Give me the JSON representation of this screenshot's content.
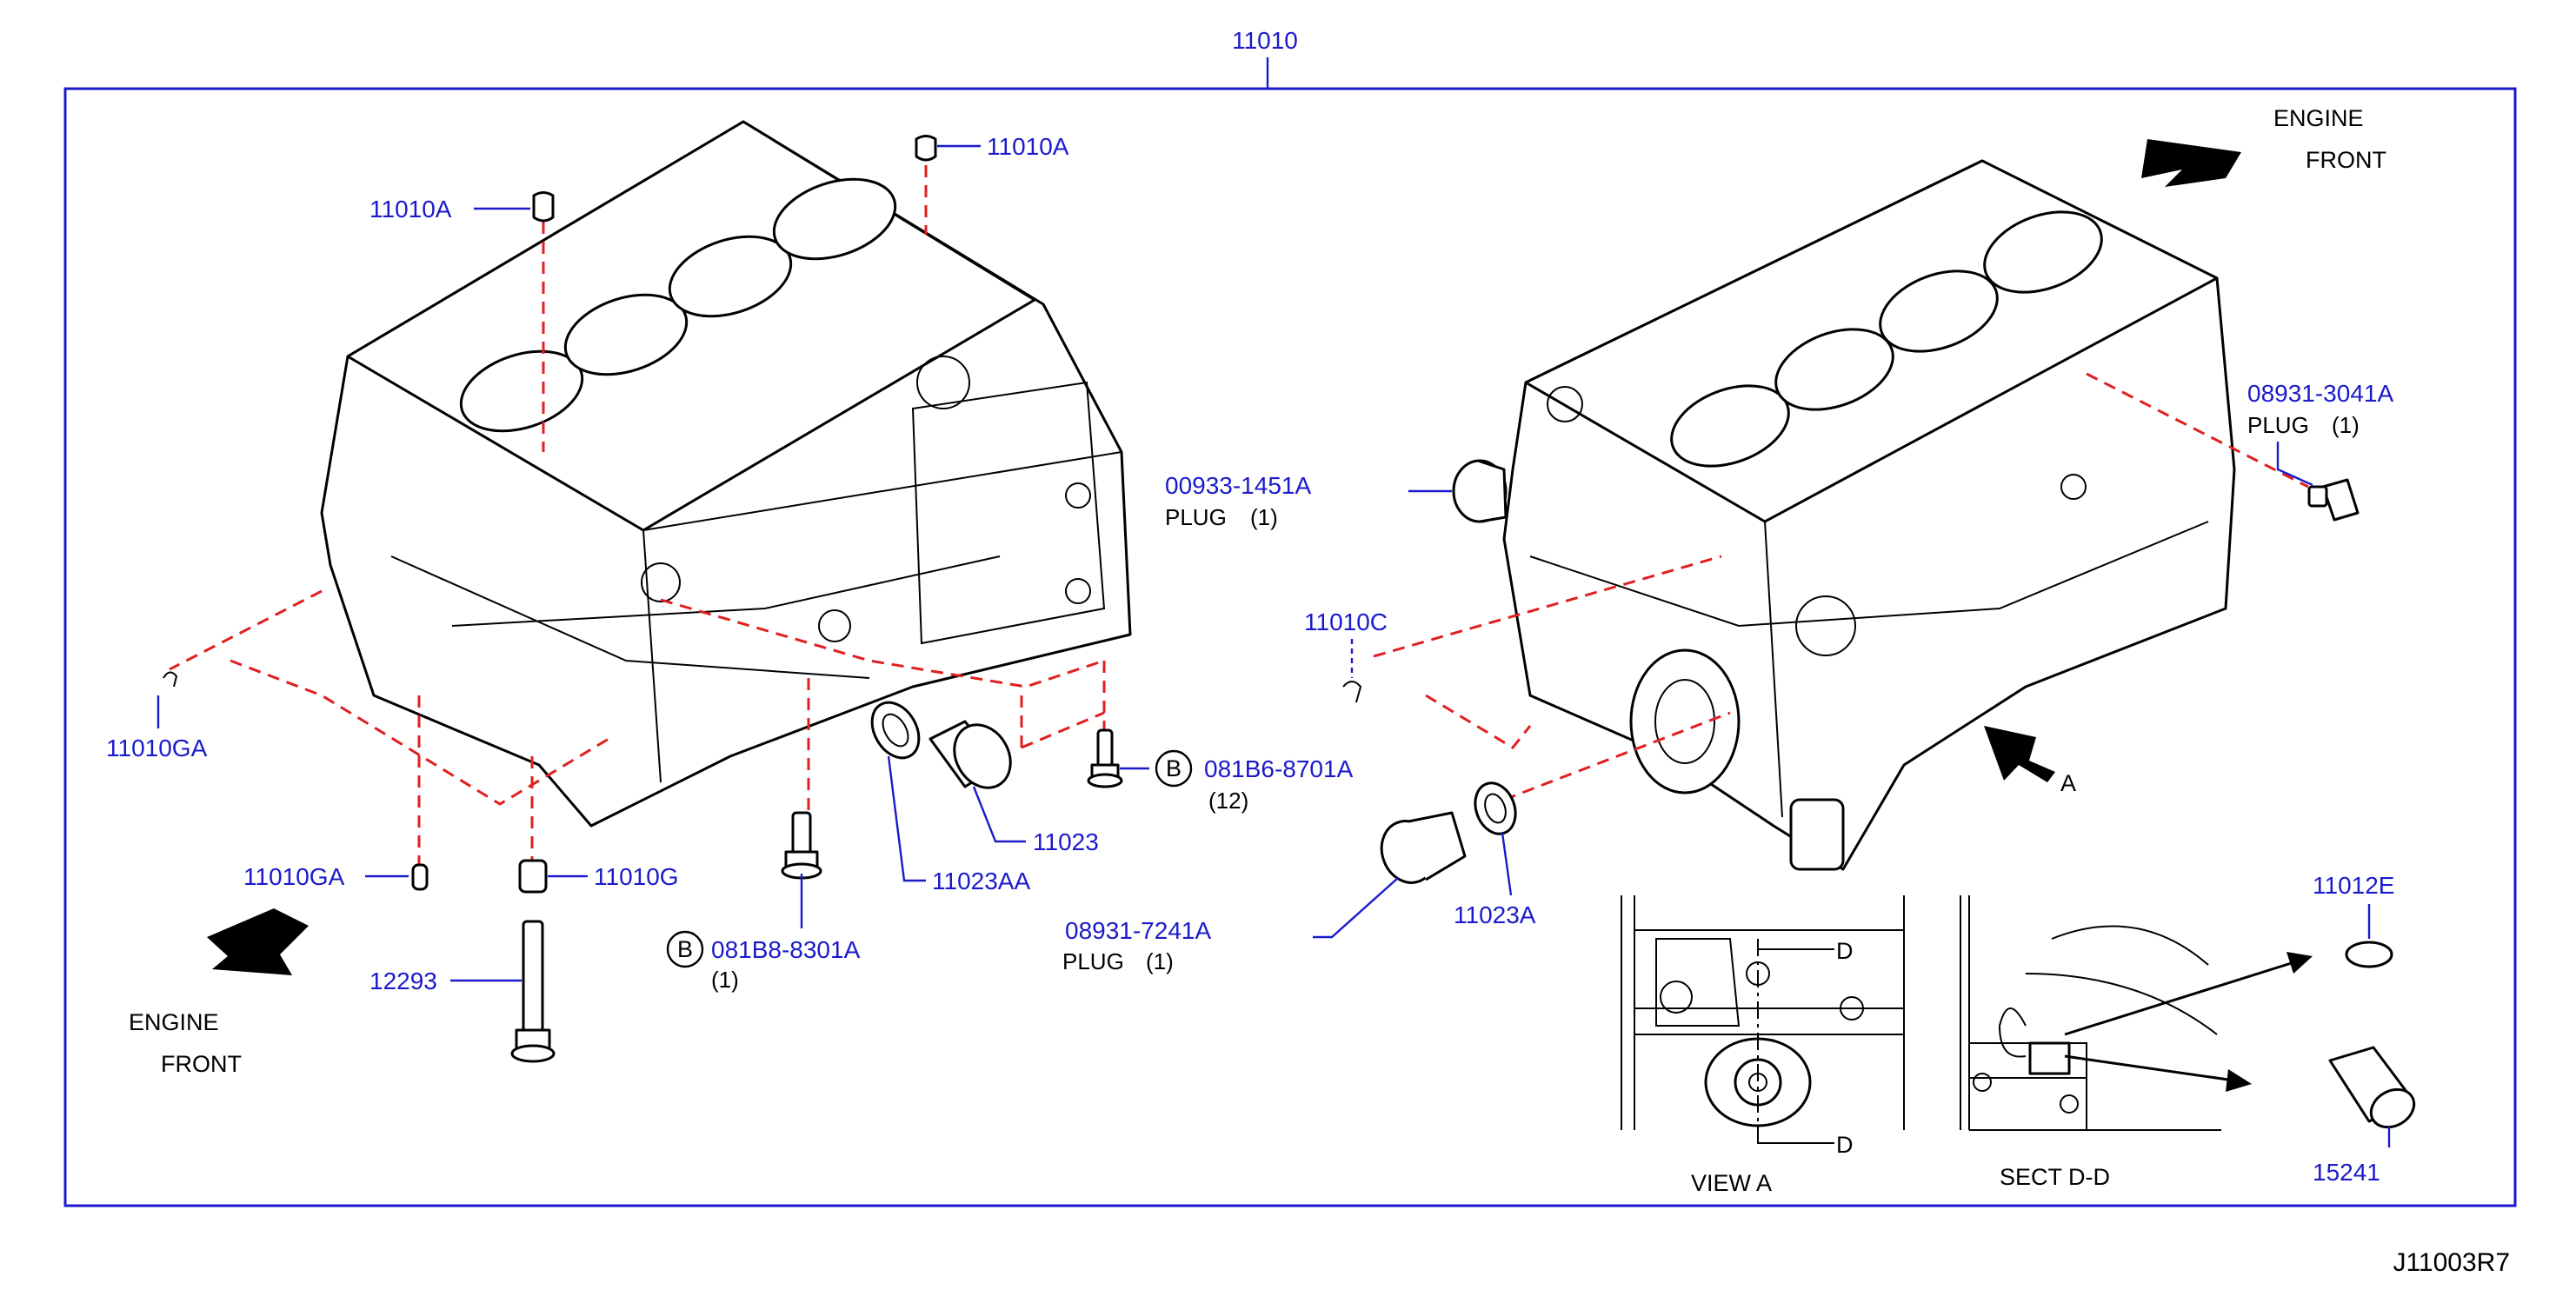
{
  "main_part": "11010",
  "drawing_id": "J11003R7",
  "engine_front_label": [
    "ENGINE",
    "FRONT"
  ],
  "view_a_label": "VIEW   A",
  "sect_label": "SECT   D-D",
  "a_label": "A",
  "d_label": "D",
  "circle_b": "B",
  "colors": {
    "part_number": "#1a1acc",
    "leader": "#1a1acc",
    "centerline": "#e02020",
    "frame": "#1a1acc",
    "outline": "#000000"
  },
  "callouts": {
    "p11010A_left": "11010A",
    "p11010A_top": "11010A",
    "p11010GA_left": "11010GA",
    "p11010GA_bottom": "11010GA",
    "p11010G": "11010G",
    "p12293": "12293",
    "p081B8": {
      "number": "081B8-8301A",
      "qty": "(1)"
    },
    "p11023AA": "11023AA",
    "p11023": "11023",
    "p081B6": {
      "number": "081B6-8701A",
      "qty": "(12)"
    },
    "p00933": {
      "number": "00933-1451A",
      "name": "PLUG",
      "qty": "(1)"
    },
    "p11010C": "11010C",
    "p08931_7241": {
      "number": "08931-7241A",
      "name": "PLUG",
      "qty": "(1)"
    },
    "p11023A": "11023A",
    "p08931_3041": {
      "number": "08931-3041A",
      "name": "PLUG",
      "qty": "(1)"
    },
    "p11012E": "11012E",
    "p15241": "15241"
  }
}
